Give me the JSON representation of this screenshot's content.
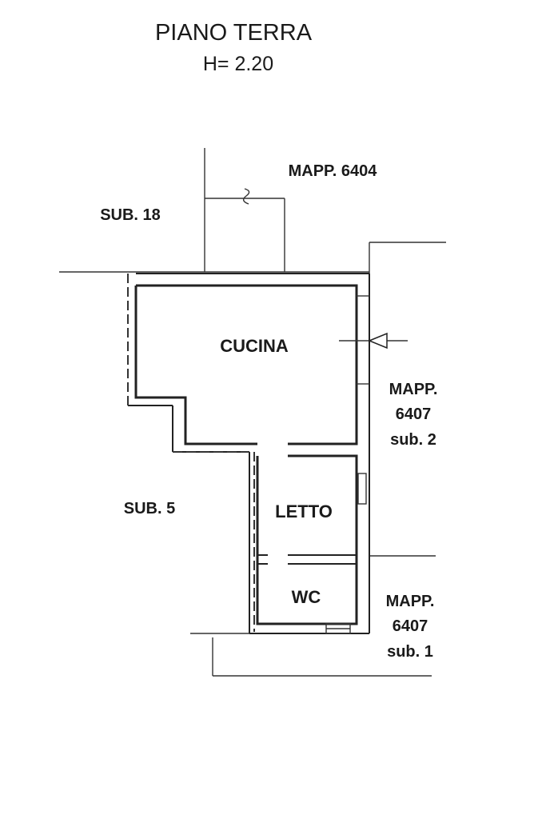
{
  "header": {
    "title": "PIANO TERRA",
    "height": "H= 2.20"
  },
  "parcels": {
    "mapp_6404": "MAPP. 6404",
    "sub_18": "SUB. 18",
    "sub_5": "SUB. 5",
    "mapp_6407_sub2": [
      "MAPP.",
      "6407",
      "sub. 2"
    ],
    "mapp_6407_sub1": [
      "MAPP.",
      "6407",
      "sub. 1"
    ]
  },
  "rooms": {
    "cucina": "CUCINA",
    "letto": "LETTO",
    "wc": "WC"
  }
}
